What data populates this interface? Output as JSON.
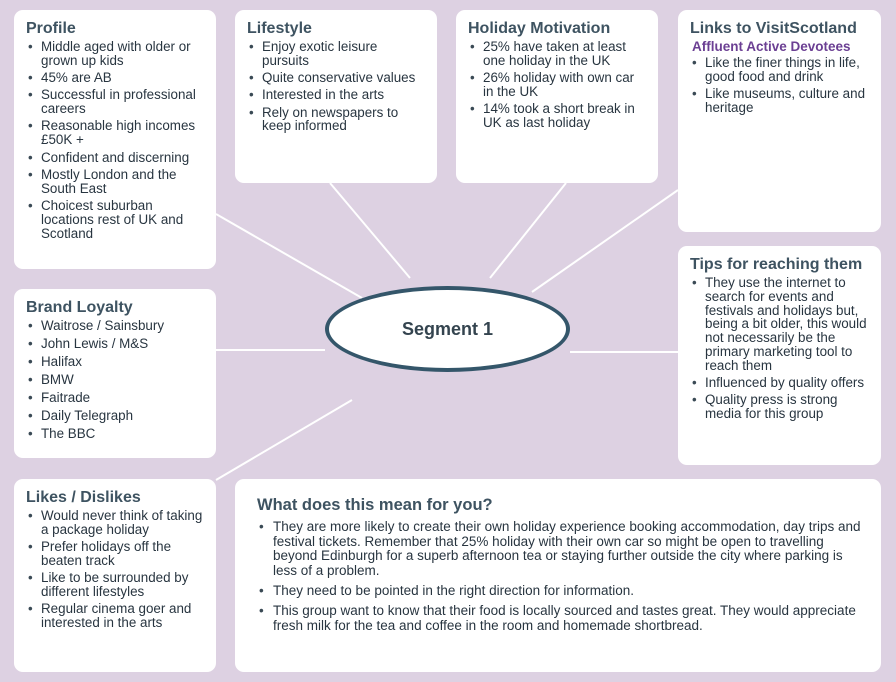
{
  "center": {
    "label": "Segment 1"
  },
  "profile": {
    "title": "Profile",
    "items": [
      "Middle aged with older or grown up kids",
      "45% are AB",
      "Successful in professional careers",
      "Reasonable high incomes £50K +",
      "Confident and discerning",
      "Mostly London and the South East",
      "Choicest suburban locations rest of UK and Scotland"
    ]
  },
  "lifestyle": {
    "title": "Lifestyle",
    "items": [
      "Enjoy exotic leisure pursuits",
      "Quite conservative values",
      "Interested in the arts",
      "Rely on newspapers to keep informed"
    ]
  },
  "motivation": {
    "title": "Holiday Motivation",
    "items": [
      "25% have taken at least one holiday in the UK",
      "26% holiday with own car in the UK",
      "14% took a short break in UK as last holiday"
    ]
  },
  "links": {
    "title": "Links to VisitScotland",
    "subtitle": "Affluent Active Devotees",
    "items": [
      "Like the finer things in life, good food and drink",
      "Like  museums, culture and heritage"
    ]
  },
  "brand": {
    "title": "Brand Loyalty",
    "items": [
      "Waitrose / Sainsbury",
      "John Lewis / M&S",
      "Halifax",
      "BMW",
      "Faitrade",
      "Daily Telegraph",
      "The BBC"
    ]
  },
  "tips": {
    "title": "Tips for reaching them",
    "items": [
      "They use the internet to search for events and festivals and holidays but, being a bit older, this would not necessarily be the primary marketing tool to reach them",
      "Influenced by quality offers",
      "Quality press is strong media for this group"
    ]
  },
  "likes": {
    "title": "Likes / Dislikes",
    "items": [
      "Would never think of taking a package holiday",
      "Prefer holidays off the beaten track",
      "Like to be surrounded by different lifestyles",
      "Regular cinema goer and interested in the arts"
    ]
  },
  "meaning": {
    "title": "What does this mean for you?",
    "items": [
      "They are more likely to create their own holiday experience booking accommodation, day trips and festival tickets. Remember that 25% holiday with their own car so might be open to travelling beyond Edinburgh for a superb afternoon tea or staying further outside the city where parking is less of a problem.",
      "They need to be pointed in the right direction for information.",
      "This group want to know that their food is locally sourced and tastes great. They would appreciate fresh milk for the tea and coffee in the room and homemade shortbread."
    ]
  },
  "colors": {
    "background": "#ddd1e2",
    "heading": "#3e5361",
    "subtitle": "#6b3f93",
    "hub_border": "#34566a",
    "connector": "#ffffff"
  }
}
